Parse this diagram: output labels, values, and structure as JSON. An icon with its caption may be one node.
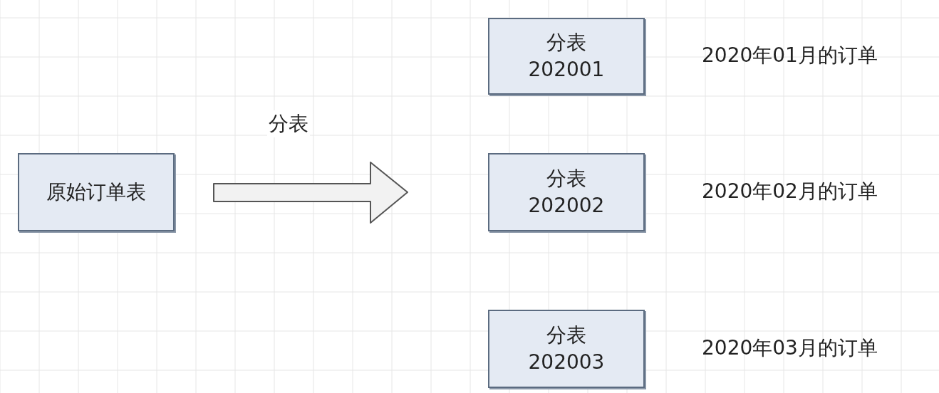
{
  "diagram": {
    "nodes": [
      {
        "text": [
          "原始订单表"
        ]
      },
      {
        "text": [
          "分表",
          "202001"
        ],
        "beside": [
          "2020年01月的订单"
        ]
      },
      {
        "text": [
          "分表",
          "202002"
        ],
        "beside": [
          "2020年02月的订单"
        ]
      },
      {
        "text": [
          "分表",
          "202003"
        ],
        "beside": [
          "2020年03月的订单"
        ]
      }
    ],
    "labels": [
      "分表"
    ]
  }
}
